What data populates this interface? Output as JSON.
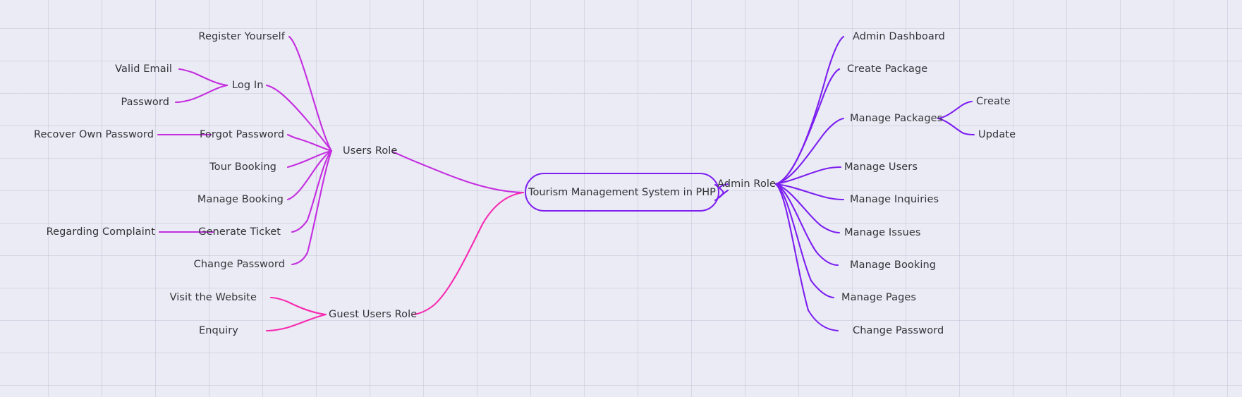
{
  "diagram": {
    "type": "mindmap",
    "title": "Tourism Management System in PHP",
    "background_color": "#ebebf5",
    "colors": {
      "root_border": "#7c1ff0",
      "branch_users": "#c42ee0",
      "branch_admin": "#7c1ff0",
      "branch_guest": "#f72ab0",
      "text": "#333338",
      "grid": "#b5b5cd"
    }
  },
  "root": {
    "label": "Tourism Management System in PHP"
  },
  "branches": {
    "users_role": {
      "label": "Users Role",
      "color": "#c42ee0",
      "children": [
        {
          "label": "Register Yourself",
          "children": []
        },
        {
          "label": "Log In",
          "children": [
            {
              "label": "Valid Email"
            },
            {
              "label": "Password"
            }
          ]
        },
        {
          "label": "Forgot Password",
          "children": [
            {
              "label": "Recover Own Password"
            }
          ]
        },
        {
          "label": "Tour Booking",
          "children": []
        },
        {
          "label": "Manage Booking",
          "children": []
        },
        {
          "label": "Generate Ticket",
          "children": [
            {
              "label": "Regarding Complaint"
            }
          ]
        },
        {
          "label": "Change Password",
          "children": []
        }
      ]
    },
    "guest_users_role": {
      "label": "Guest Users Role",
      "color": "#f72ab0",
      "children": [
        {
          "label": "Visit the Website"
        },
        {
          "label": "Enquiry"
        }
      ]
    },
    "admin_role": {
      "label": "Admin Role",
      "color": "#7c1ff0",
      "children": [
        {
          "label": "Admin Dashboard",
          "children": []
        },
        {
          "label": "Create Package",
          "children": []
        },
        {
          "label": "Manage Packages",
          "children": [
            {
              "label": "Create"
            },
            {
              "label": "Update"
            }
          ]
        },
        {
          "label": "Manage Users",
          "children": []
        },
        {
          "label": "Manage Inquiries",
          "children": []
        },
        {
          "label": "Manage Issues",
          "children": []
        },
        {
          "label": "Manage Booking",
          "children": []
        },
        {
          "label": "Manage Pages",
          "children": []
        },
        {
          "label": "Change Password",
          "children": []
        }
      ]
    }
  }
}
